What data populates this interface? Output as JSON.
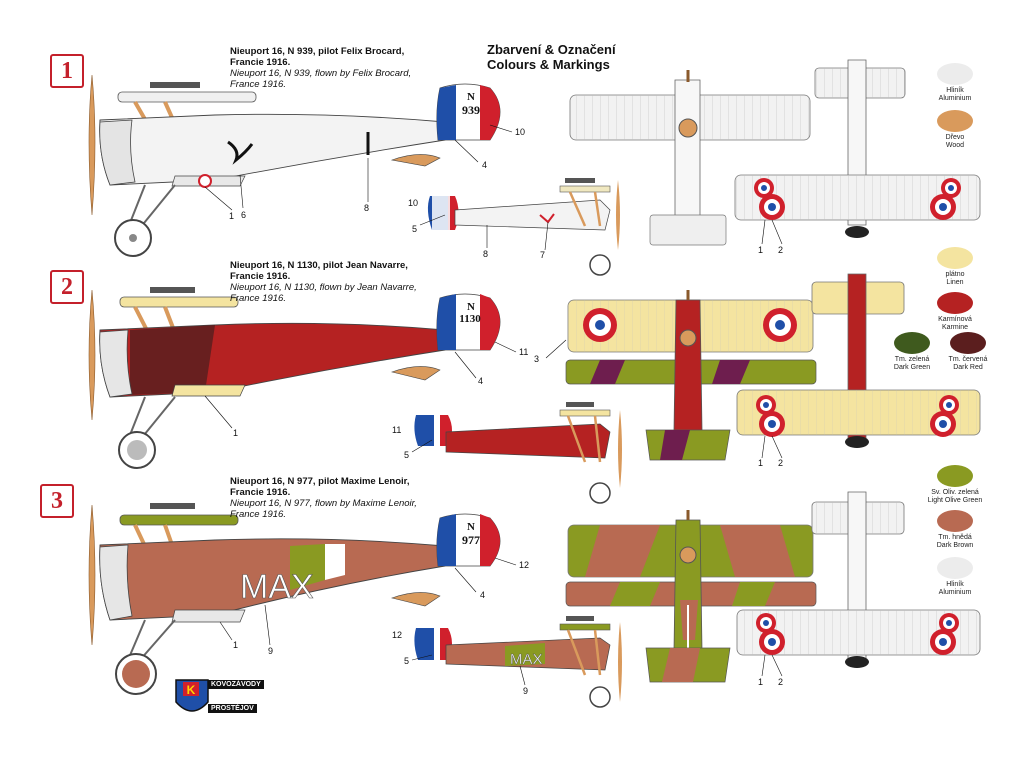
{
  "title": {
    "line1": "Zbarvení & Označení",
    "line2": "Colours & Markings"
  },
  "variants": [
    {
      "number": "1",
      "cz": "Nieuport 16, N 939, pilot Felix Brocard,",
      "cz2": "Francie 1916.",
      "en": "Nieuport 16, N 939, flown by Felix Brocard,",
      "en2": "France 1916.",
      "serial_n": "N",
      "serial": "939"
    },
    {
      "number": "2",
      "cz": "Nieuport 16, N 1130, pilot Jean Navarre,",
      "cz2": "Francie 1916.",
      "en": "Nieuport 16, N 1130, flown by Jean Navarre,",
      "en2": "France 1916.",
      "serial_n": "N",
      "serial": "1130"
    },
    {
      "number": "3",
      "cz": "Nieuport 16, N 977, pilot Maxime Lenoir,",
      "cz2": "Francie 1916.",
      "en": "Nieuport 16, N 977, flown by Maxime Lenoir,",
      "en2": "France 1916.",
      "serial_n": "N",
      "serial": "977",
      "fuselage_text": "MAX",
      "fuselage_text_small": "MAX"
    }
  ],
  "callouts": {
    "v1_side": [
      "10",
      "4",
      "8",
      "1",
      "6"
    ],
    "v1_small": [
      "10",
      "5",
      "8",
      "7"
    ],
    "v1_under": [
      "1",
      "2"
    ],
    "v2_side": [
      "11",
      "4",
      "1"
    ],
    "v2_small": [
      "11",
      "5"
    ],
    "v2_top": [
      "3"
    ],
    "v2_under": [
      "1",
      "2"
    ],
    "v3_side": [
      "12",
      "4",
      "9",
      "1"
    ],
    "v3_small": [
      "12",
      "5",
      "9"
    ],
    "v3_under": [
      "1",
      "2"
    ]
  },
  "swatches": [
    {
      "cz": "Hliník",
      "en": "Aluminium",
      "color": "#ececec"
    },
    {
      "cz": "Dřevo",
      "en": "Wood",
      "color": "#d99a5c"
    },
    {
      "cz": "plátno",
      "en": "Linen",
      "color": "#f4e4a0"
    },
    {
      "cz": "Karmínová",
      "en": "Karmine",
      "color": "#b52222"
    },
    {
      "cz": "Tm. zelená",
      "en": "Dark Green",
      "color": "#3f5a1e"
    },
    {
      "cz": "Tm. červená",
      "en": "Dark Red",
      "color": "#5b1e1e"
    },
    {
      "cz": "Sv. Oliv. zelená",
      "en": "Light Olive Green",
      "color": "#8a9a22"
    },
    {
      "cz": "Tm. hnědá",
      "en": "Dark Brown",
      "color": "#b86a52"
    },
    {
      "cz": "Hliník",
      "en": "Aluminium",
      "color": "#ececec"
    }
  ],
  "logo": {
    "top": "KOVOZÁVODY",
    "bottom": "PROSTĚJOV"
  },
  "colors": {
    "blue": "#1f4fa8",
    "red": "#d0202c",
    "white": "#ffffff"
  }
}
